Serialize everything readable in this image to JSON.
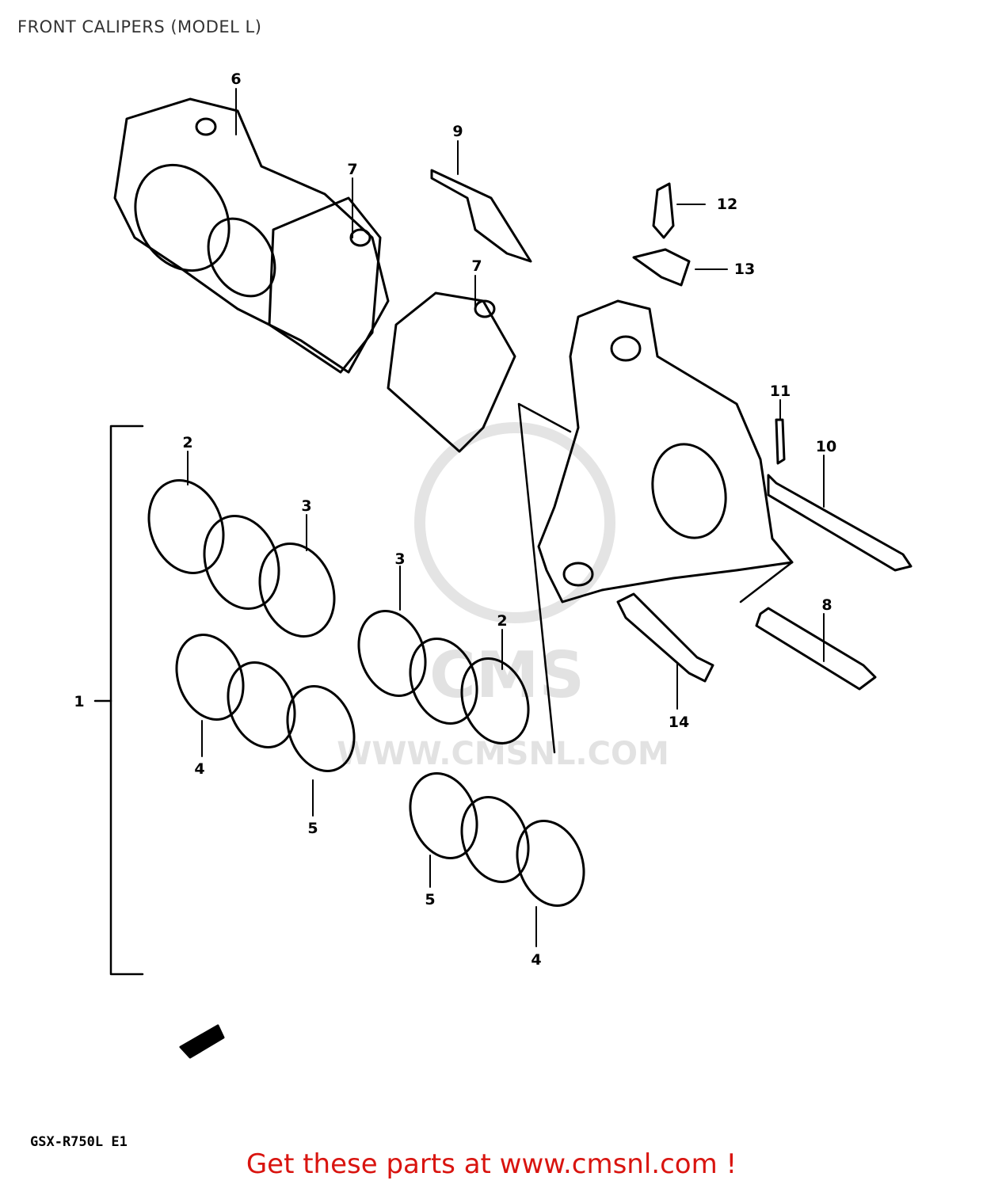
{
  "title": "FRONT CALIPERS (MODEL L)",
  "model_code": "GSX-R750L E1",
  "call_to_action": "Get these parts at www.cmsnl.com !",
  "watermark": {
    "text": "CMS",
    "url": "WWW.CMSNL.COM"
  },
  "callouts": {
    "c1": "1",
    "c2a": "2",
    "c2b": "2",
    "c3a": "3",
    "c3b": "3",
    "c4a": "4",
    "c4b": "4",
    "c5a": "5",
    "c5b": "5",
    "c6": "6",
    "c7a": "7",
    "c7b": "7",
    "c8": "8",
    "c9": "9",
    "c10": "10",
    "c11": "11",
    "c12": "12",
    "c13": "13",
    "c14": "14"
  }
}
